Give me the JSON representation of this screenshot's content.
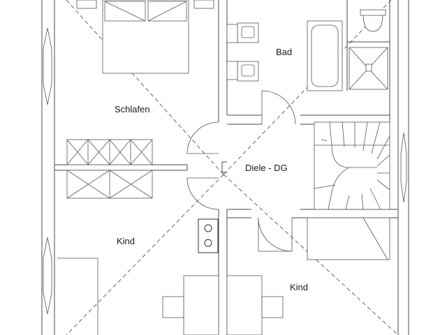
{
  "plan": {
    "rooms": [
      {
        "id": "schlafen",
        "label": "Schlafen"
      },
      {
        "id": "bad",
        "label": "Bad"
      },
      {
        "id": "diele",
        "label": "Diele - DG"
      },
      {
        "id": "kind-left",
        "label": "Kind"
      },
      {
        "id": "kind-right",
        "label": "Kind"
      }
    ]
  }
}
